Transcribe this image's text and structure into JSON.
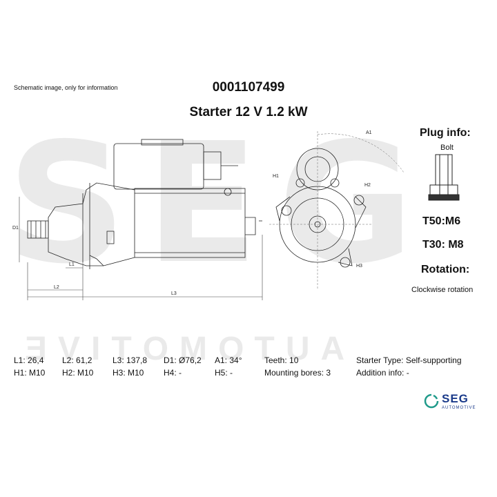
{
  "header": {
    "note": "Schematic image, only for information",
    "part_number": "0001107499",
    "title": "Starter 12 V 1.2 kW"
  },
  "watermark": {
    "brand": "SEG",
    "subtitle": "AUTOMOTIVE"
  },
  "drawing_labels": {
    "d1": "D1",
    "l1": "L1",
    "l2": "L2",
    "l3": "L3",
    "h1": "H1",
    "h2": "H2",
    "h3": "H3",
    "a1": "A1"
  },
  "plug": {
    "heading": "Plug info:",
    "type": "Bolt",
    "t50": "T50:M6",
    "t30": "T30: M8",
    "rotation_heading": "Rotation:",
    "rotation": "Clockwise rotation"
  },
  "specs": {
    "row1": [
      "L1: 26,4",
      "L2: 61,2",
      "L3: 137,8",
      "D1: Ø76,2",
      "A1: 34°",
      "Teeth: 10",
      "Starter Type:  Self-supporting"
    ],
    "row2": [
      "H1: M10",
      "H2: M10",
      "H3: M10",
      "H4: -",
      "H5: -",
      "Mounting bores: 3",
      "Addition info: -"
    ]
  },
  "logo": {
    "brand": "SEG",
    "sub": "AUTOMOTIVE",
    "color": "#1f9a8a"
  }
}
